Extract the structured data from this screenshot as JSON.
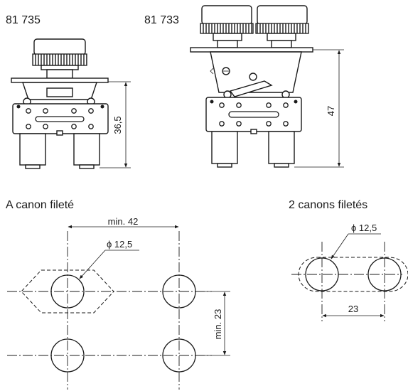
{
  "labels": {
    "ref_left": "81 735",
    "ref_right": "81 733",
    "height_left": "36,5",
    "height_right": "47",
    "title_single": "A canon fileté",
    "title_double": "2 canons filetés",
    "dim_horizontal_spacing": "min. 42",
    "dim_vertical_spacing": "min. 23",
    "dim_diameter_single": "ϕ 12,5",
    "dim_diameter_double": "ϕ 12,5",
    "dim_center_distance": "23"
  }
}
